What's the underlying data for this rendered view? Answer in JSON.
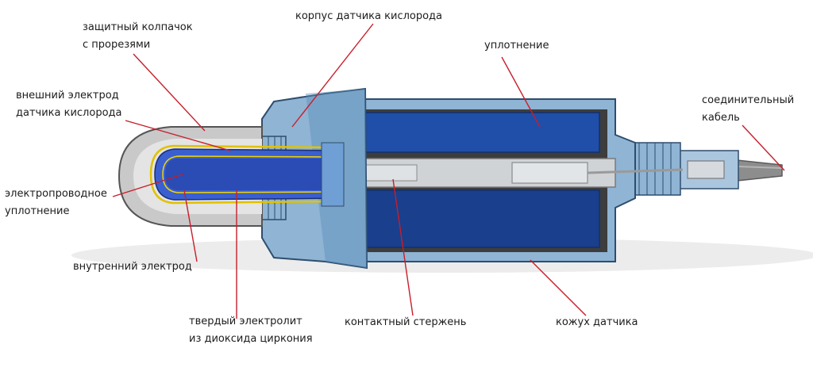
{
  "colors": {
    "leader": "#c81e2a",
    "housing_light": "#8fb4d4",
    "housing_mid": "#5e8fba",
    "seal_blue": "#1f4fa8",
    "seal_dark": "#1a3f8c",
    "cap_gray": "#c9c9c9",
    "electrolyte_blue": "#3a5fd0",
    "electrode_yellow": "#e0c200",
    "rod_gray": "#cfd3d6",
    "cable_gray": "#8d8d8d"
  },
  "labels": {
    "protective_cap": [
      "защитный колпачок",
      "с прорезями"
    ],
    "sensor_housing": [
      "корпус датчика кислорода"
    ],
    "seal": [
      "уплотнение"
    ],
    "outer_electrode": [
      "внешний электрод",
      "датчика кислорода"
    ],
    "connecting_cable": [
      "соединительный",
      "кабель"
    ],
    "conductive_seal": [
      "электропроводное",
      "уплотнение"
    ],
    "inner_electrode": [
      "внутренний электрод"
    ],
    "solid_electrolyte": [
      "твердый электролит",
      "из диоксида циркония"
    ],
    "contact_rod": [
      "контактный стержень"
    ],
    "sensor_sleeve": [
      "кожух датчика"
    ]
  }
}
